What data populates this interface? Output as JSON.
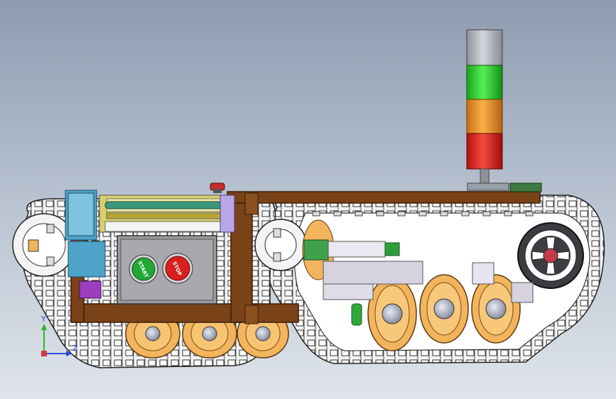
{
  "buttons": {
    "start_label": "START",
    "stop_label": "STOP"
  },
  "triad": {
    "y_label": "Y",
    "z_label": "Z"
  },
  "colors": {
    "track": "#f3f3f3",
    "frame": "#7a4217",
    "wheel": "#f2b45c",
    "beacon_gray": "#b9bcc6",
    "beacon_green": "#2fdc2f",
    "beacon_orange": "#f49a2b",
    "beacon_red": "#e8241e",
    "start_green": "#23a836",
    "stop_red": "#d91f1f"
  },
  "icons": {
    "triad": "coordinate-triad-icon"
  }
}
